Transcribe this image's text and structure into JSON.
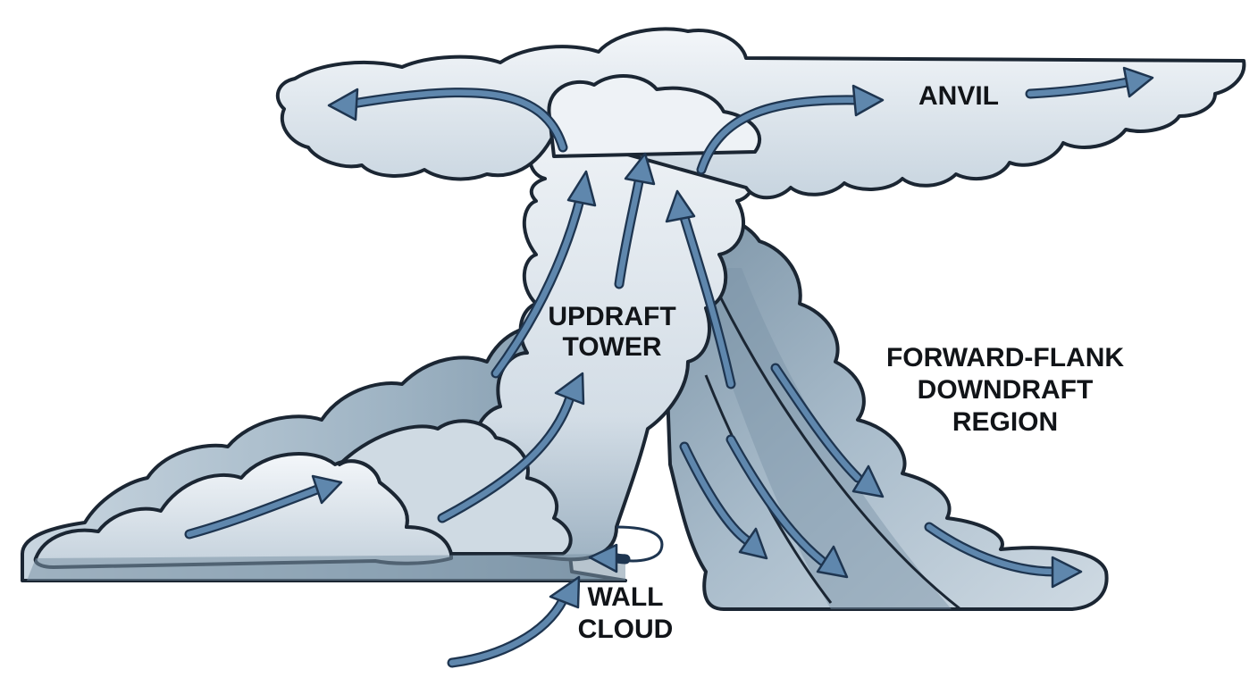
{
  "labels": {
    "anvil": "ANVIL",
    "updraft_line1": "UPDRAFT",
    "updraft_line2": "TOWER",
    "forward_line1": "FORWARD-FLANK",
    "forward_line2": "DOWNDRAFT",
    "forward_line3": "REGION",
    "wall_line1": "WALL",
    "wall_line2": "CLOUD"
  },
  "colors": {
    "cloud_light": "#e9eef3",
    "cloud_mid": "#b9c8d4",
    "cloud_dark": "#7f97aa",
    "arrow_fill": "#5f87ad",
    "outline": "#1b2633"
  }
}
